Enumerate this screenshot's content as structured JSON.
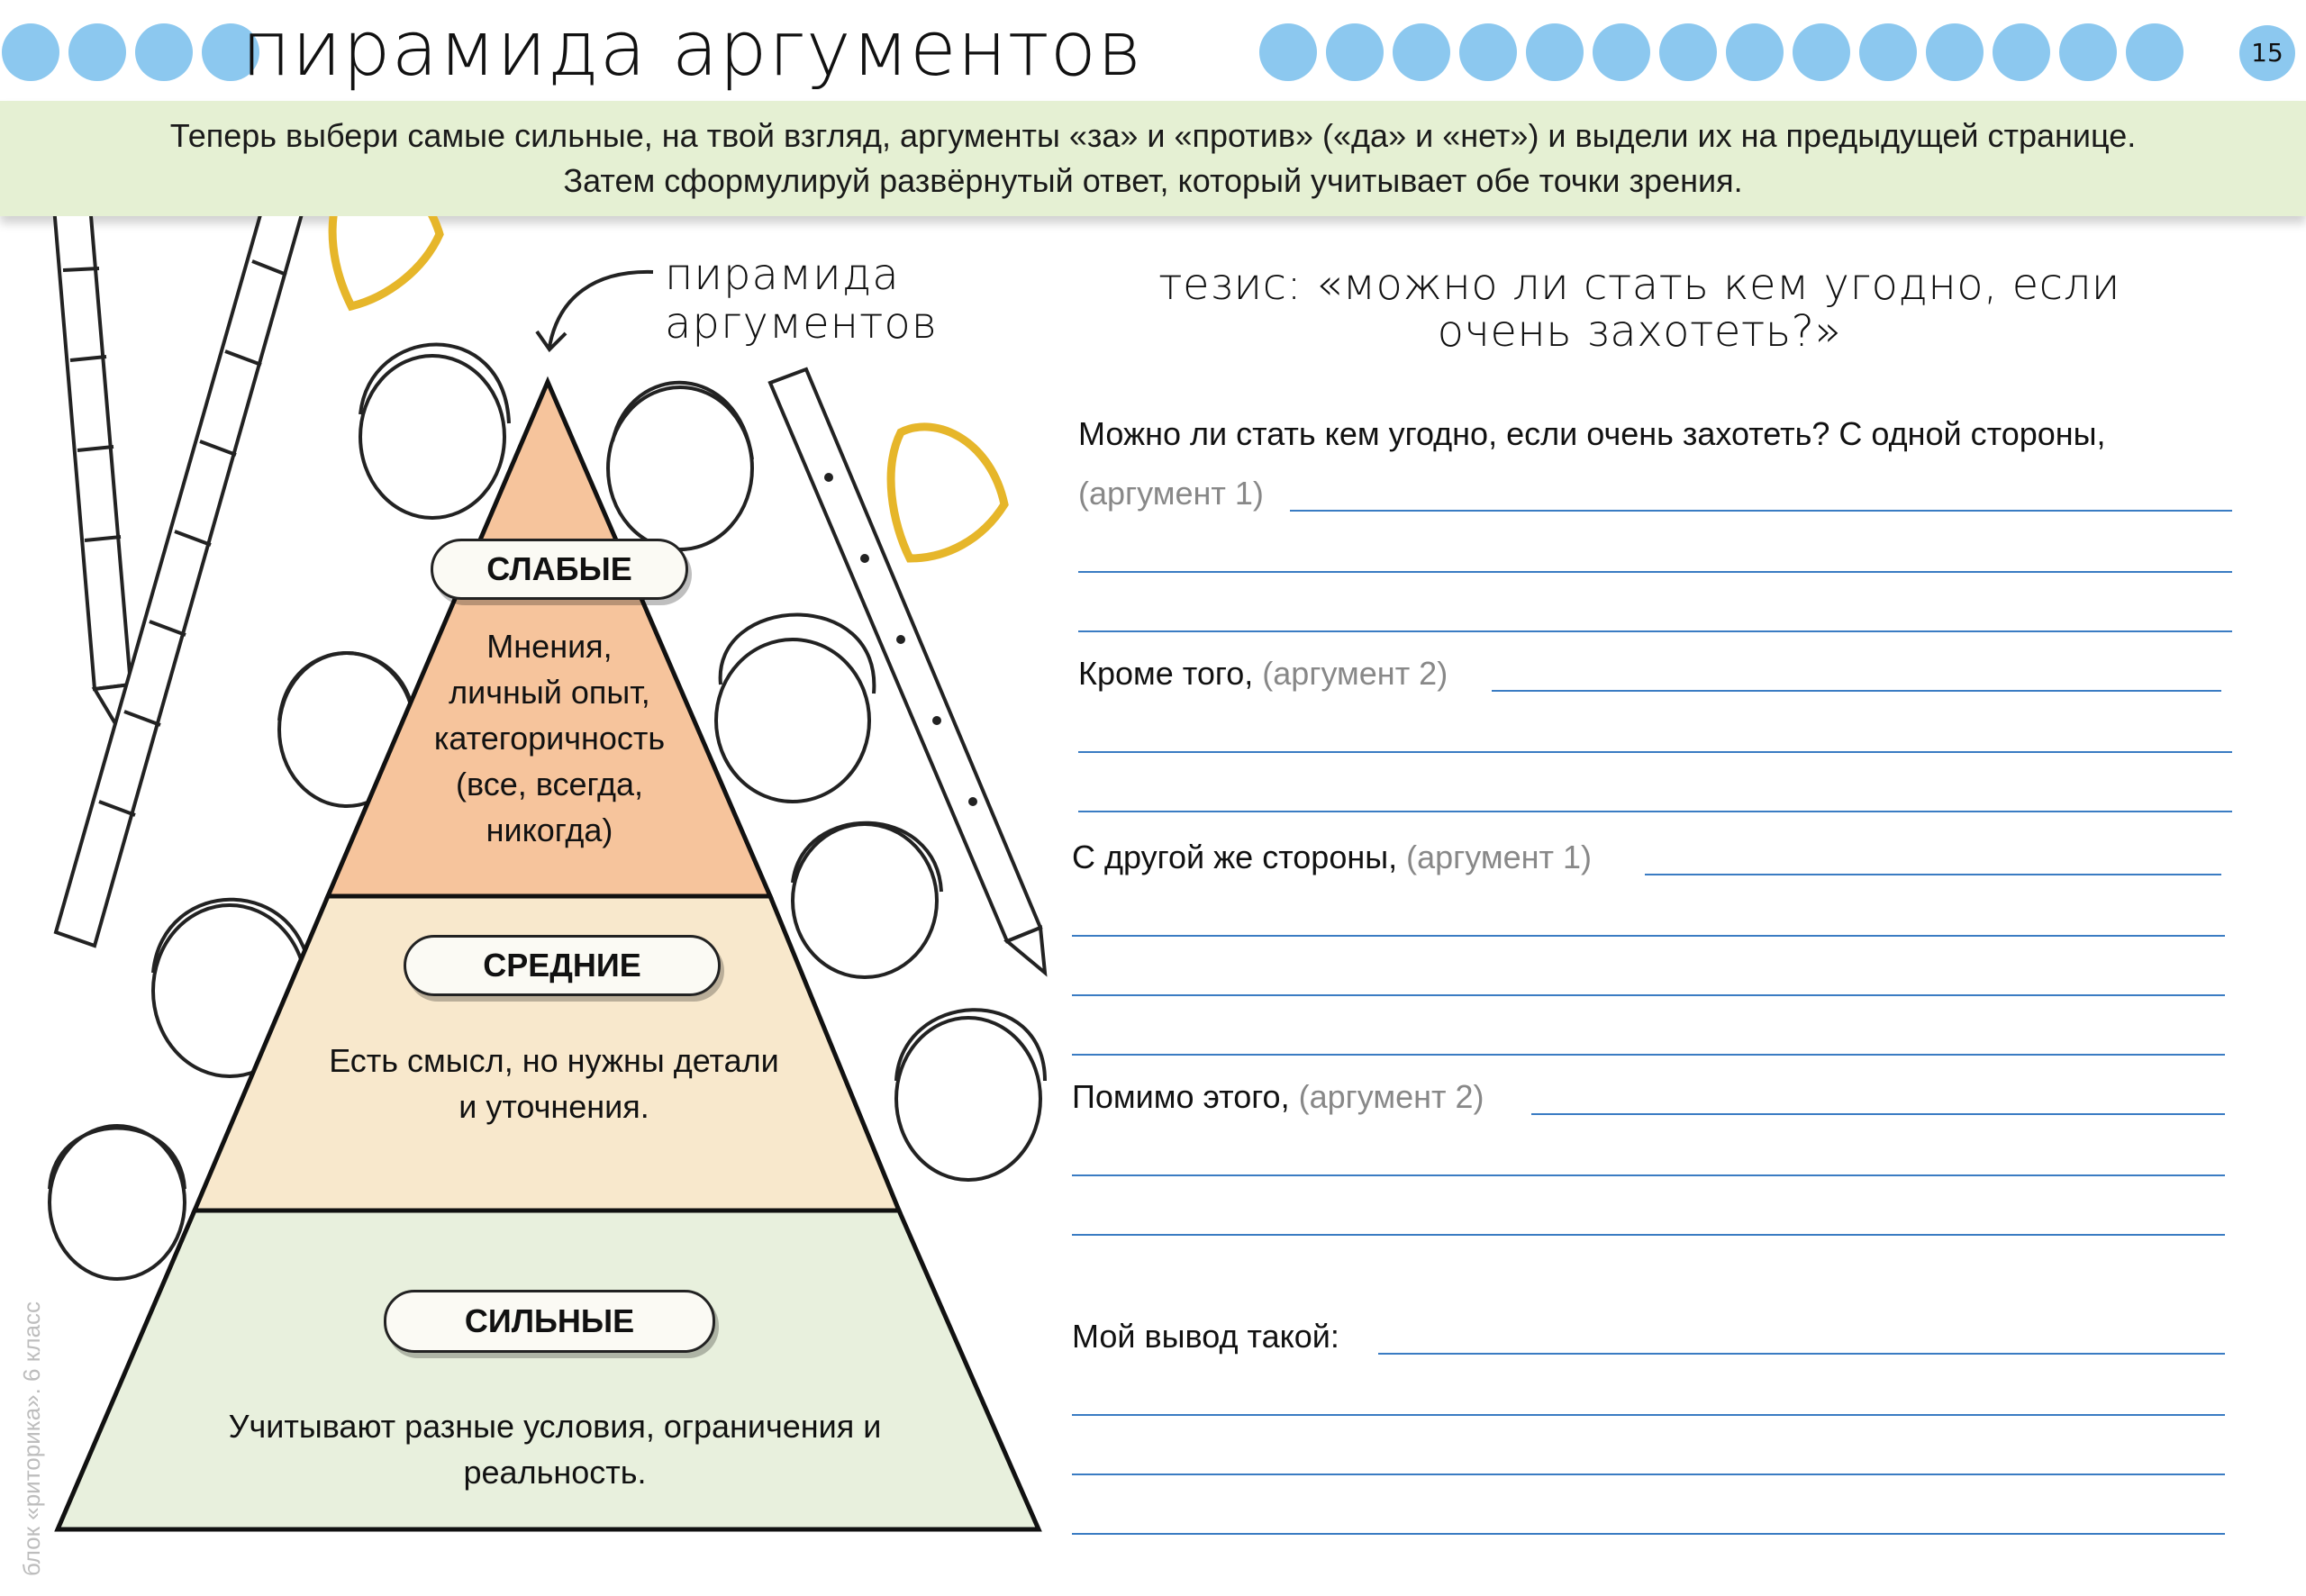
{
  "header": {
    "title": "пирамида аргументов",
    "page_number": "15",
    "accent_color": "#8cc8ef"
  },
  "instruction": {
    "line1": "Теперь выбери самые сильные, на твой взгляд, аргументы «за» и «против» («да» и «нет») и выдели их на предыдущей странице.",
    "line2": "Затем сформулируй развёрнутый ответ, который учитывает обе точки зрения.",
    "band_color": "#e5f0d3"
  },
  "pyramid": {
    "note_line1": "пирамида",
    "note_line2": "аргументов",
    "levels": [
      {
        "label": "СЛАБЫЕ",
        "desc_lines": [
          "Мнения,",
          "личный опыт,",
          "категоричность",
          "(все, всегда,",
          "никогда)"
        ],
        "color": "#f6c49c"
      },
      {
        "label": "СРЕДНИЕ",
        "desc_lines": [
          "Есть смысл, но нужны детали",
          "и уточнения."
        ],
        "color": "#f8e8cc"
      },
      {
        "label": "СИЛЬНЫЕ",
        "desc_lines": [
          "Учитывают разные условия, ограничения и",
          "реальность."
        ],
        "color": "#e8f0dd"
      }
    ]
  },
  "side_caption": "блок «риторика». 6 класс",
  "thesis": {
    "line1": "тезис: «можно ли стать кем угодно, если",
    "line2": "очень захотеть?»"
  },
  "worksheet": {
    "q1_text": "Можно ли стать кем угодно, если очень захотеть? С одной стороны,",
    "arg1": "(аргумент 1)",
    "q2_text": "Кроме того,",
    "arg2": "(аргумент 2)",
    "q3_text": "С другой же стороны,",
    "arg3": "(аргумент 1)",
    "q4_text": "Помимо этого,",
    "arg4": "(аргумент 2)",
    "q5_text": "Мой вывод такой:",
    "rule_color": "#3a7cc3"
  }
}
